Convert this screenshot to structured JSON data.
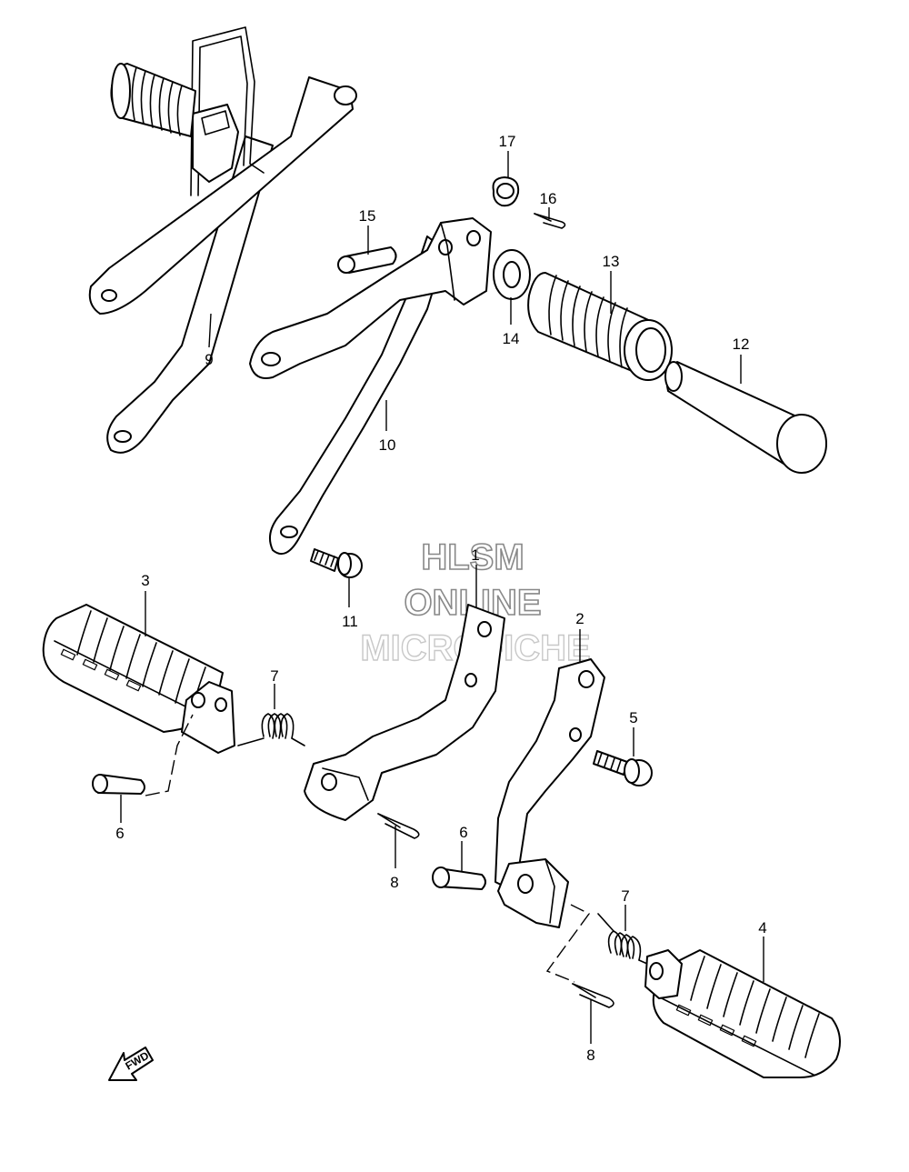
{
  "watermark": {
    "line1": "HLSM",
    "line2": "ONLINE",
    "line3": "MICROFICHE"
  },
  "fwd_label": "FWD",
  "callouts": {
    "c17": "17",
    "c16": "16",
    "c15": "15",
    "c13": "13",
    "c14": "14",
    "c12": "12",
    "c9": "9",
    "c10": "10",
    "c11": "11",
    "c3": "3",
    "c1": "1",
    "c2": "2",
    "c5": "5",
    "c7a": "7",
    "c7b": "7",
    "c6a": "6",
    "c6b": "6",
    "c8a": "8",
    "c8b": "8",
    "c4": "4"
  },
  "icons": [
    "fwd-arrow-icon"
  ]
}
